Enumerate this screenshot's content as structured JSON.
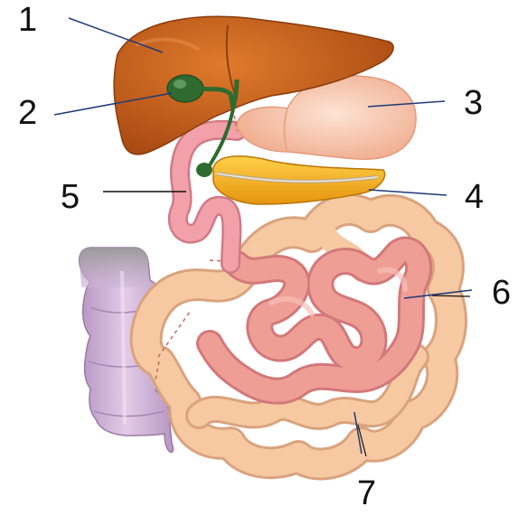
{
  "diagram": {
    "labels": [
      {
        "id": "1",
        "text": "1"
      },
      {
        "id": "2",
        "text": "2"
      },
      {
        "id": "3",
        "text": "3"
      },
      {
        "id": "4",
        "text": "4"
      },
      {
        "id": "5",
        "text": "5"
      },
      {
        "id": "6",
        "text": "6"
      },
      {
        "id": "7",
        "text": "7"
      }
    ]
  },
  "colors": {
    "liver": "#c8641e",
    "gallbladder": "#2f6b2f",
    "stomach": "#f4bfa6",
    "pancreas": "#f0a81c",
    "duodenum": "#f2a0aa",
    "jejunum": "#ef9e96",
    "ileum": "#f6c9a2",
    "colon": "#d2b2d8",
    "leader_line": "#1f3a78"
  }
}
